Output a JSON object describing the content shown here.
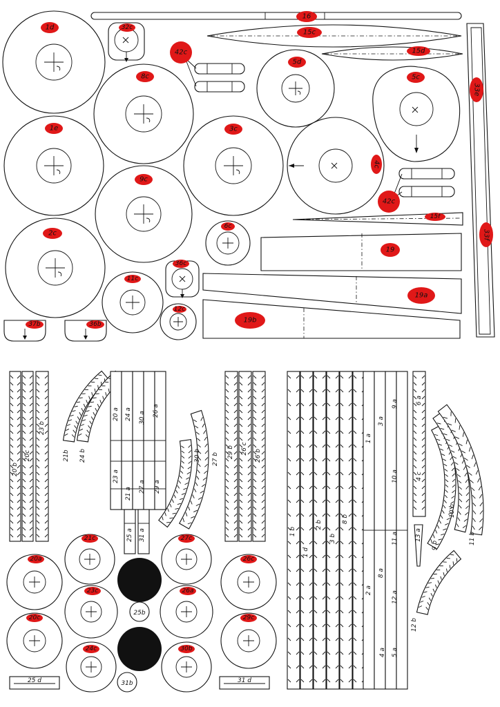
{
  "disk_labels": {
    "1d": "1d",
    "1e": "1e",
    "2c": "2c",
    "8c": "8c",
    "9c": "9c",
    "3c": "3c",
    "5d": "5d",
    "5c": "5c",
    "4c": "4c",
    "6c": "6c",
    "11c": "11c",
    "12c": "12c",
    "36c": "36c",
    "32c": "32c",
    "42c_top": "42c",
    "42c_right": "42c",
    "37b": "37b",
    "36b": "36b",
    "16": "16",
    "15c": "15c",
    "15d": "15d",
    "15f": "15f",
    "33e": "33e",
    "33f": "33f",
    "19": "19",
    "19a": "19a",
    "19b": "19b",
    "20a": "20a",
    "20c": "20c",
    "21c": "21c",
    "23c": "23c",
    "24c": "24c",
    "27c": "27c",
    "26a": "26a",
    "30b": "30b",
    "26c": "26c",
    "29c": "29c",
    "25b": "25b",
    "31b": "31b",
    "25d": "25 d",
    "31d": "31 d"
  },
  "strip_labels": {
    "s20b": "20 b",
    "s20c": "20c",
    "s22b": "23 b",
    "s21b": "21b",
    "s24b": "24 b",
    "s20a": "20 a",
    "s24a": "24 a",
    "s30a": "30 a",
    "s26a": "26 a",
    "s23a": "23 a",
    "s21a": "21 a",
    "s27a": "27 a",
    "s29a": "29 a",
    "s25a": "25 a",
    "s31a": "31 a",
    "s30b": "30 b",
    "s27b": "27 b",
    "s29b": "29 b",
    "s26b": "26 c",
    "s28b": "26 b",
    "s1b": "1 b",
    "s1d": "1 d",
    "s2b": "2 b",
    "s3b": "3 b",
    "s8b": "8 b",
    "s1a": "1 a",
    "s3a": "3 a",
    "s9a": "9 a",
    "s10a": "10 a",
    "s2a": "2 a",
    "s8a": "8 a",
    "s11a": "11 a",
    "s12a": "12 a",
    "s4a": "4 a",
    "s5a": "5 a",
    "s6a": "6 a",
    "s4c": "4 c",
    "s13a": "13 a",
    "s9b": "9 b",
    "s10b": "10 b",
    "s11b": "11 b",
    "s12b": "12 b"
  }
}
